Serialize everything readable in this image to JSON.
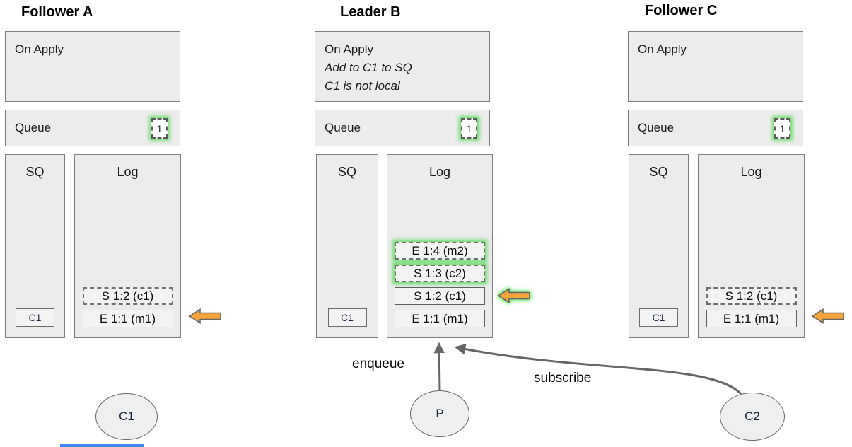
{
  "colors": {
    "box_fill": "#ececec",
    "box_border": "#7d7d7d",
    "entry_fill": "#f3f3f3",
    "badge_fill": "#ffffff",
    "glow_green": "#55dc55",
    "arrow_orange": "#f6a53b",
    "connector_gray": "#666666",
    "blue_bar": "#4285f4"
  },
  "nodes": [
    {
      "title": "Follower A",
      "on_apply": {
        "line1": "On Apply",
        "line2": "",
        "line3": ""
      },
      "queue": {
        "label": "Queue",
        "badge": "1"
      },
      "sq": {
        "label": "SQ",
        "item": "C1"
      },
      "log": {
        "label": "Log",
        "entries": [
          {
            "text": "S 1:2 (c1)"
          },
          {
            "text": "E 1:1 (m1)"
          }
        ]
      }
    },
    {
      "title": "Leader B",
      "on_apply": {
        "line1": "On Apply",
        "line2": "Add to C1 to SQ",
        "line3": "C1 is not local"
      },
      "queue": {
        "label": "Queue",
        "badge": "1"
      },
      "sq": {
        "label": "SQ",
        "item": "C1"
      },
      "log": {
        "label": "Log",
        "entries": [
          {
            "text": "E 1:4 (m2)"
          },
          {
            "text": "S 1:3 (c2)"
          },
          {
            "text": "S 1:2 (c1)"
          },
          {
            "text": "E 1:1 (m1)"
          }
        ]
      }
    },
    {
      "title": "Follower C",
      "on_apply": {
        "line1": "On Apply",
        "line2": "",
        "line3": ""
      },
      "queue": {
        "label": "Queue",
        "badge": "1"
      },
      "sq": {
        "label": "SQ",
        "item": "C1"
      },
      "log": {
        "label": "Log",
        "entries": [
          {
            "text": "S 1:2 (c1)"
          },
          {
            "text": "E 1:1 (m1)"
          }
        ]
      }
    }
  ],
  "actors": [
    {
      "label": "C1"
    },
    {
      "label": "P"
    },
    {
      "label": "C2"
    }
  ],
  "connectors": {
    "enqueue_label": "enqueue",
    "subscribe_label": "subscribe"
  }
}
